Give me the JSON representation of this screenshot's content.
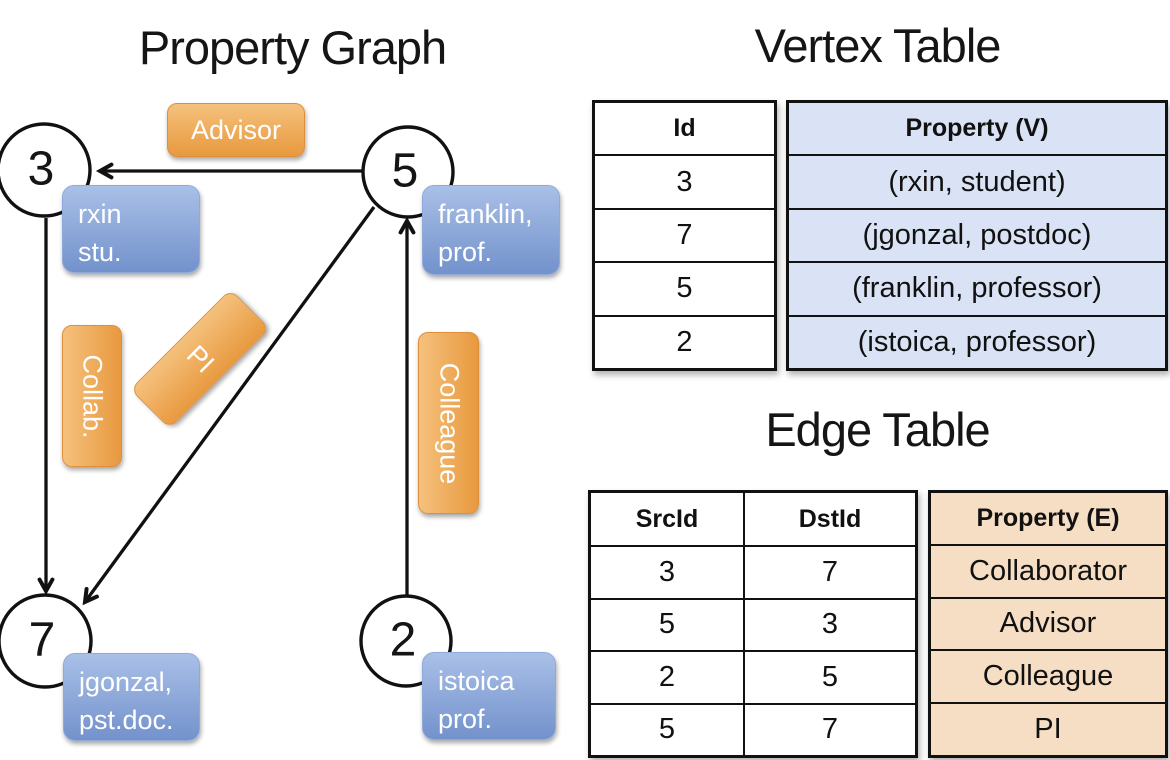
{
  "graph": {
    "title": "Property Graph",
    "vertices": [
      {
        "id": "3",
        "prop_line1": "rxin",
        "prop_line2": "stu."
      },
      {
        "id": "5",
        "prop_line1": "franklin,",
        "prop_line2": "prof."
      },
      {
        "id": "7",
        "prop_line1": "jgonzal,",
        "prop_line2": "pst.doc."
      },
      {
        "id": "2",
        "prop_line1": "istoica",
        "prop_line2": "prof."
      }
    ],
    "edge_labels": {
      "advisor": "Advisor",
      "collab": "Collab.",
      "pi": "PI",
      "colleague": "Colleague"
    }
  },
  "vertex_table": {
    "title": "Vertex Table",
    "headers": {
      "id": "Id",
      "property": "Property (V)"
    },
    "rows": [
      {
        "id": "3",
        "property": "(rxin, student)"
      },
      {
        "id": "7",
        "property": "(jgonzal, postdoc)"
      },
      {
        "id": "5",
        "property": "(franklin, professor)"
      },
      {
        "id": "2",
        "property": "(istoica, professor)"
      }
    ]
  },
  "edge_table": {
    "title": "Edge Table",
    "headers": {
      "src": "SrcId",
      "dst": "DstId",
      "property": "Property (E)"
    },
    "rows": [
      {
        "src": "3",
        "dst": "7",
        "property": "Collaborator"
      },
      {
        "src": "5",
        "dst": "3",
        "property": "Advisor"
      },
      {
        "src": "2",
        "dst": "5",
        "property": "Colleague"
      },
      {
        "src": "5",
        "dst": "7",
        "property": "PI"
      }
    ]
  },
  "colors": {
    "edge_label_fill_top": "#F5C17D",
    "edge_label_fill_bottom": "#E8993E",
    "vertex_prop_fill_top": "#A9C0E7",
    "vertex_prop_fill_bottom": "#7392CC",
    "vertex_table_property_bg": "#D9E3F5",
    "edge_table_property_bg": "#F6DEC4",
    "line_color": "#111111"
  }
}
